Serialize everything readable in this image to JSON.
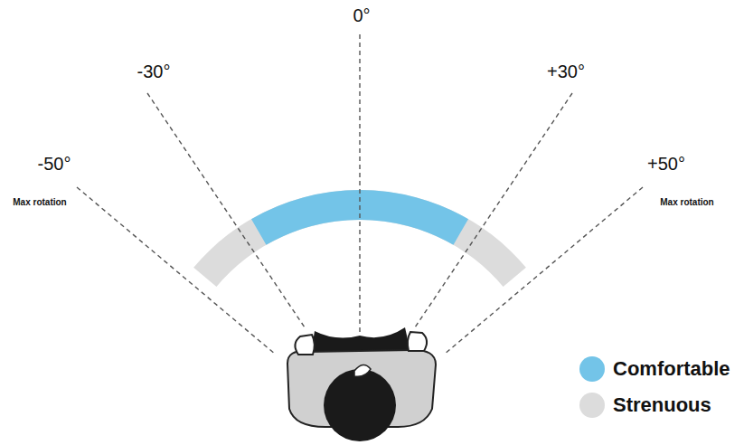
{
  "diagram": {
    "labels": [
      "0°",
      "-30°",
      "+30°",
      "-50°",
      "+50°",
      "Max rotation",
      "Max rotation"
    ],
    "legend": [
      {
        "text": "Comfortable",
        "color": "#73c4e8"
      },
      {
        "text": "Strenuous",
        "color": "#dcdcdc"
      }
    ]
  }
}
